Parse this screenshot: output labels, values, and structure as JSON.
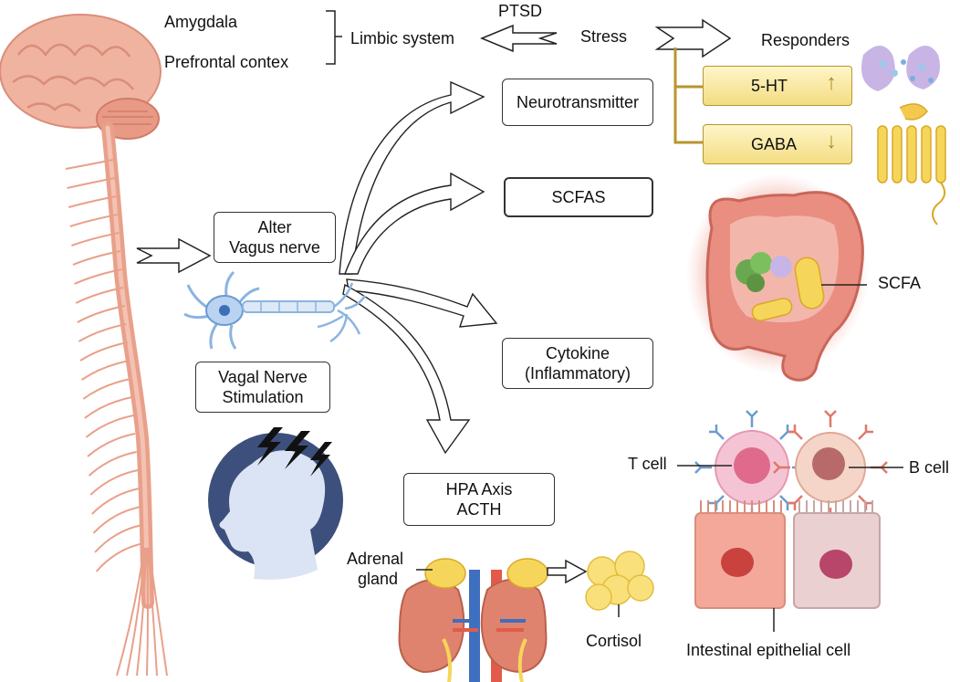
{
  "top": {
    "amygdala": "Amygdala",
    "prefrontal": "Prefrontal contex",
    "limbic": "Limbic system",
    "ptsd": "PTSD",
    "stress": "Stress",
    "responders": "Responders"
  },
  "responders": {
    "ht5": "5-HT",
    "ht5_arrow": "↑",
    "gaba": "GABA",
    "gaba_arrow": "↓"
  },
  "boxes": {
    "neurotransmitter": "Neurotransmitter",
    "scfas": "SCFAS",
    "alter_line1": "Alter",
    "alter_line2": "Vagus nerve",
    "vns_line1": "Vagal Nerve",
    "vns_line2": "Stimulation",
    "cytokine_line1": "Cytokine",
    "cytokine_line2": "(Inflammatory)",
    "hpa_line1": "HPA Axis",
    "hpa_line2": "ACTH"
  },
  "labels": {
    "scfa": "SCFA",
    "tcell": "T cell",
    "bcell": "B cell",
    "adrenal_line1": "Adrenal",
    "adrenal_line2": "gland",
    "cortisol": "Cortisol",
    "epithelial": "Intestinal epithelial cell"
  },
  "colors": {
    "nerve": "#e9a08a",
    "gut": "#e98e80",
    "yellow": "#f6d65a",
    "navy": "#3d4f7c"
  }
}
